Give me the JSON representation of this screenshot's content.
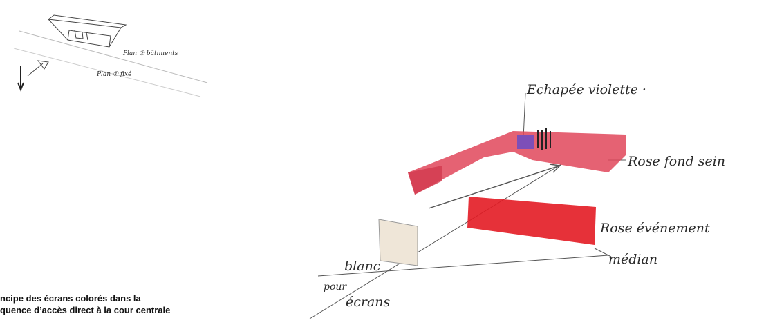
{
  "inset": {
    "label_top": "Plan ② bâtiments",
    "label_bottom": "Plan ① fixé"
  },
  "labels": {
    "escape": "Echapée violette ·",
    "rose_fond": "Rose fond sein",
    "rose_event": "Rose événement",
    "median": "médian",
    "blanc": "blanc",
    "pour": "pour",
    "ecrans": "écrans"
  },
  "caption": {
    "line1": "ncipe des écrans colorés dans la",
    "line2": "quence d’accès direct à la cour centrale"
  },
  "colors": {
    "rose_fond": "#e0475a",
    "rose_event": "#e31b23",
    "violet": "#7d4fb8",
    "blanc": "#efe6d8",
    "ink": "#2a2a2a"
  }
}
